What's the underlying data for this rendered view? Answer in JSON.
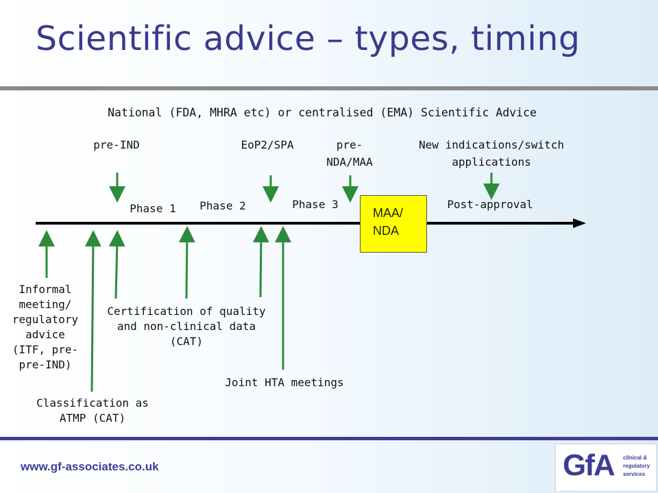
{
  "title": "Scientific advice – types, timing",
  "subtitle": "National (FDA, MHRA etc) or centralised (EMA) Scientific Advice",
  "top_labels": {
    "pre_ind": "pre-IND",
    "eop2": "EoP2/SPA",
    "pre_nda_1": "pre-",
    "pre_nda_2": "NDA/MAA",
    "new_ind_1": "New indications/switch",
    "new_ind_2": "applications"
  },
  "phases": {
    "phase1": "Phase 1",
    "phase2": "Phase 2",
    "phase3": "Phase 3",
    "post": "Post-approval"
  },
  "milestone_box": {
    "line1": "MAA/",
    "line2": "NDA",
    "color": "#ffff00"
  },
  "bottom_labels": {
    "informal": [
      "Informal",
      "meeting/",
      "regulatory",
      "advice",
      "(ITF, pre-",
      "pre-IND)"
    ],
    "classification": [
      "Classification as",
      "ATMP (CAT)"
    ],
    "certification": [
      "Certification of quality",
      "and non-clinical data",
      "(CAT)"
    ],
    "hta": "Joint HTA meetings"
  },
  "footer": {
    "url": "www.gf-associates.co.uk",
    "logo_mark": "GfA",
    "logo_words": [
      "clinical &",
      "regulatory",
      "services"
    ]
  },
  "colors": {
    "title": "#3a3a8c",
    "arrow": "#2e8b3a",
    "timeline": "#000000",
    "rule": "#3d3d96"
  }
}
